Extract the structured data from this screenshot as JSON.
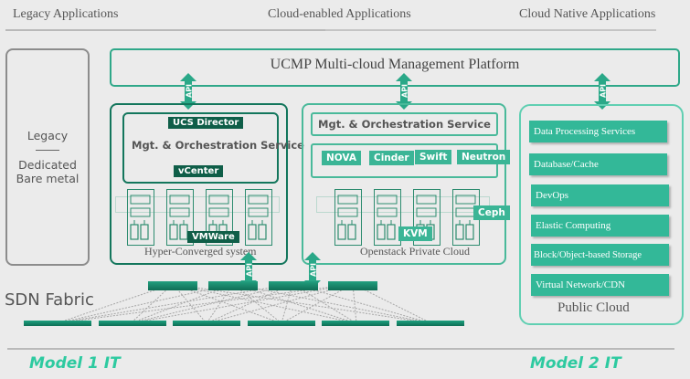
{
  "headers": {
    "legacy_apps": "Legacy Applications",
    "cloud_enabled_apps": "Cloud-enabled Applications",
    "cloud_native_apps": "Cloud Native Applications"
  },
  "legacy": {
    "title": "Legacy",
    "subtitle_line1": "Dedicated",
    "subtitle_line2": "Bare metal"
  },
  "ucmp": {
    "title": "UCMP Multi-cloud Management Platform"
  },
  "api_label": "API",
  "hyper_converged": {
    "top_tag": "UCS Director",
    "mgt_label": "Mgt. & Orchestration Service",
    "bottom_tag": "vCenter",
    "hypervisor_tag": "VMWare",
    "caption": "Hyper-Converged system"
  },
  "openstack": {
    "mgt_label": "Mgt. & Orchestration Service",
    "services": [
      "NOVA",
      "Cinder",
      "Swift",
      "Neutron"
    ],
    "storage_tag": "Ceph",
    "hypervisor_tag": "KVM",
    "caption": "Openstack Private Cloud"
  },
  "public_cloud": {
    "items": [
      "Data Processing Services",
      "Database/Cache",
      "DevOps",
      "Elastic Computing",
      "Block/Object-based Storage",
      "Virtual Network/CDN"
    ],
    "caption": "Public Cloud"
  },
  "sdn": {
    "label": "SDN Fabric"
  },
  "models": {
    "left": "Model 1 IT",
    "right": "Model 2 IT"
  },
  "colors": {
    "accent_dark": "#13765c",
    "accent_light": "#33b898",
    "model_text": "#2dcaa0"
  }
}
